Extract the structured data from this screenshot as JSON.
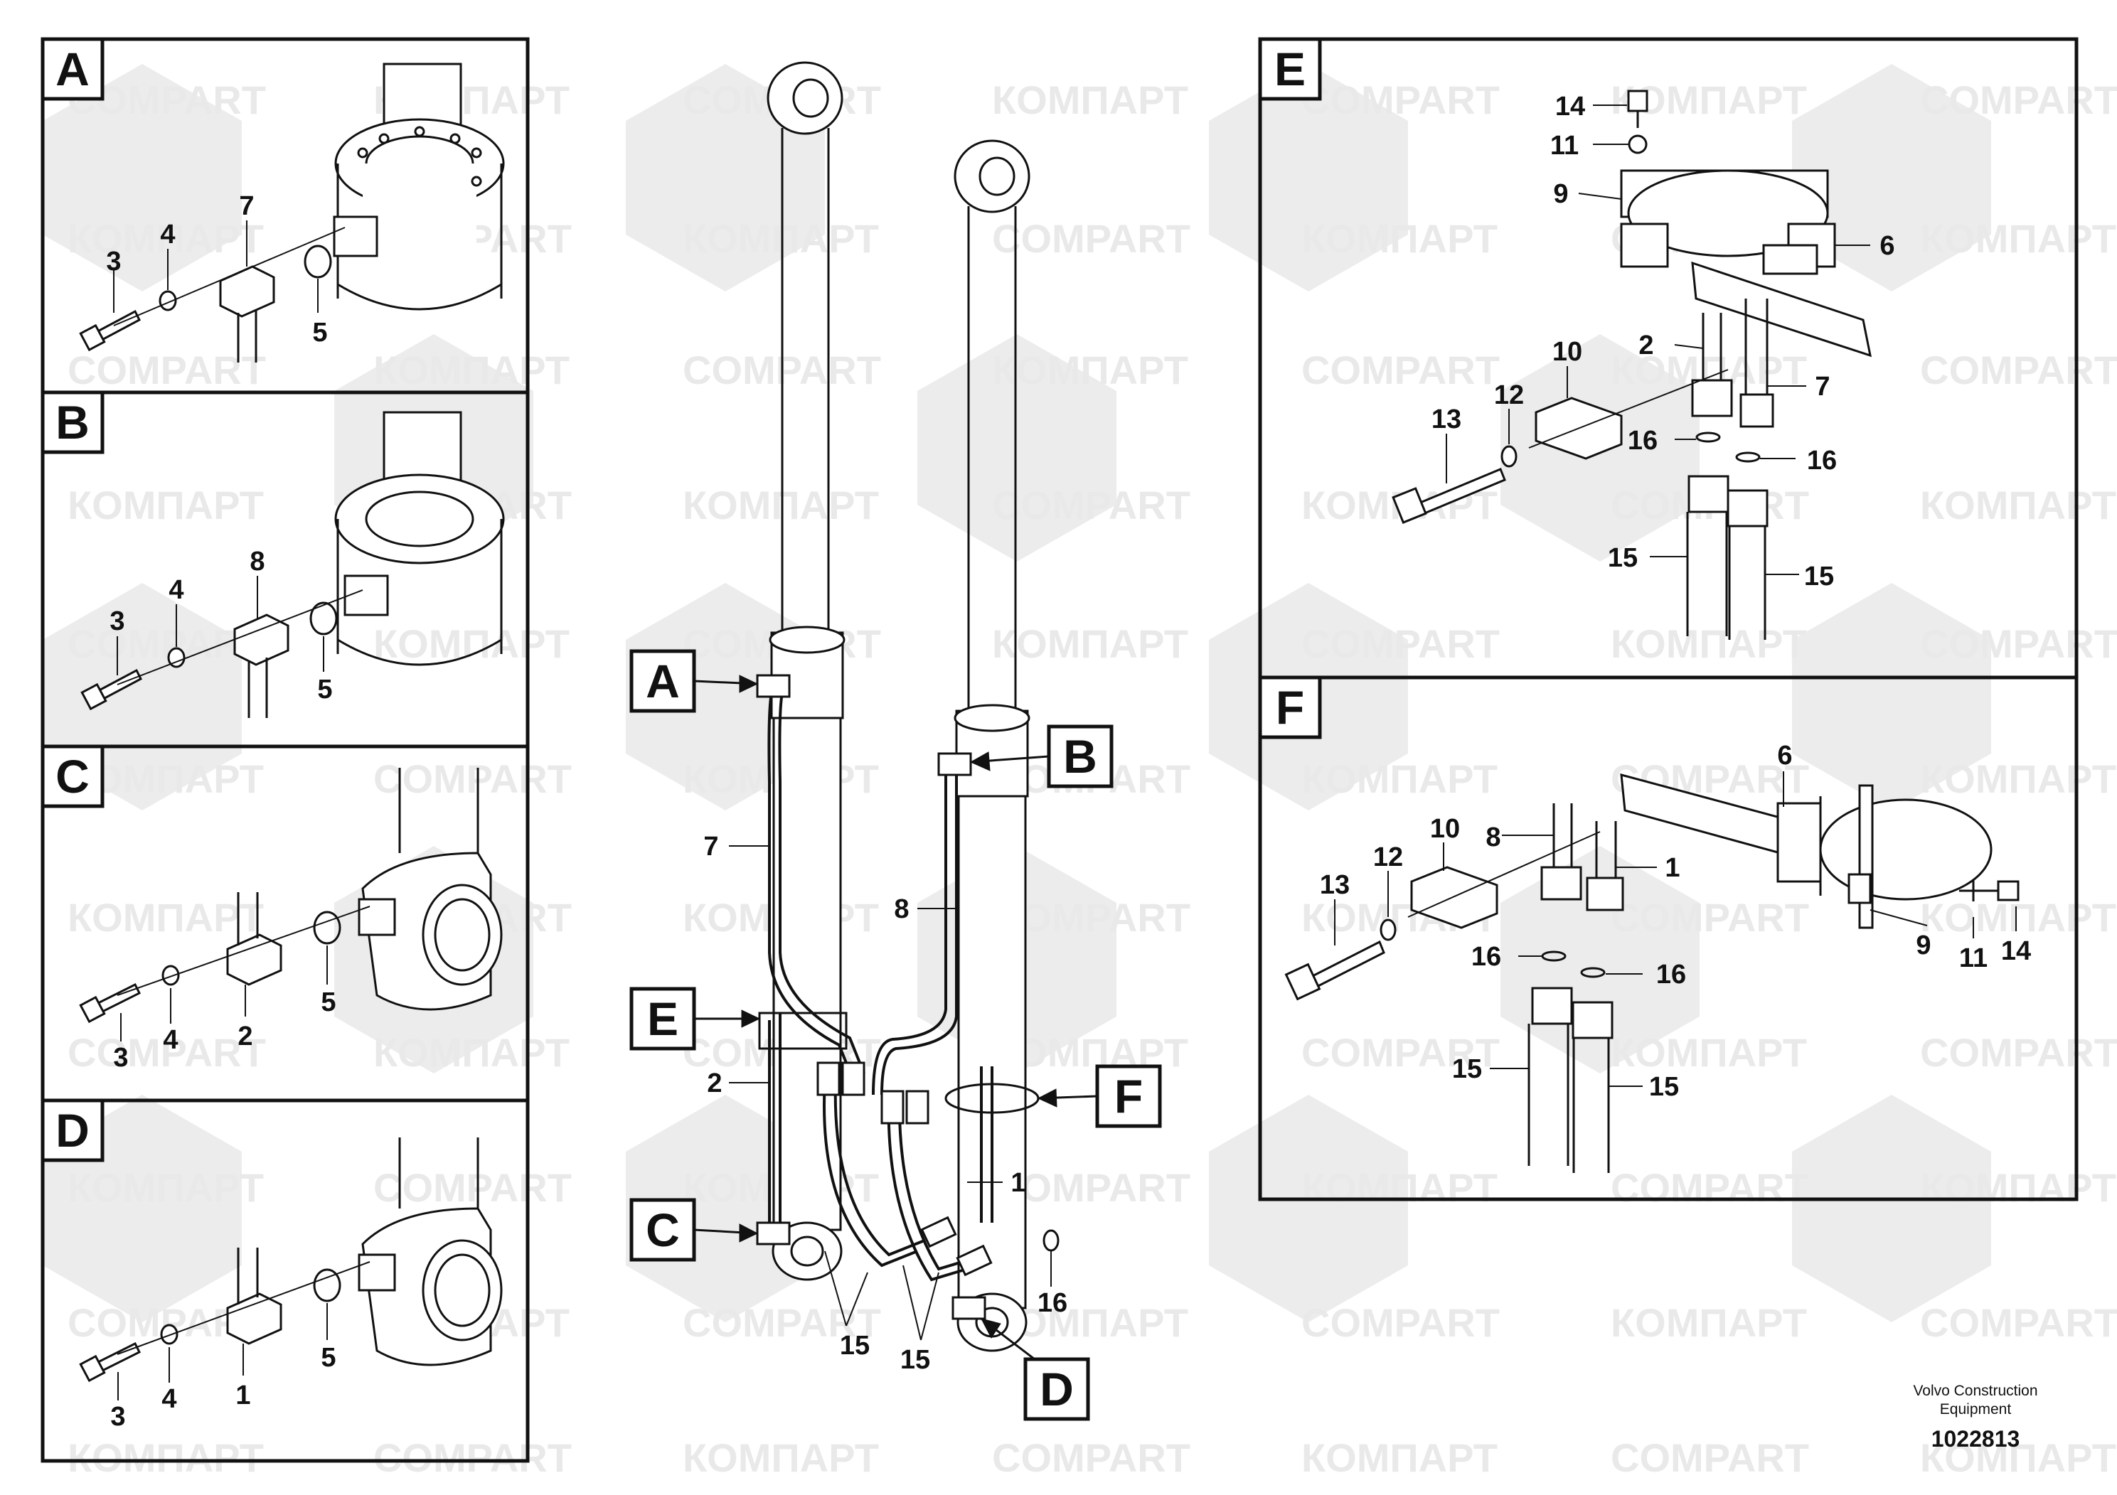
{
  "watermark": {
    "latin": "COMPART",
    "cyrillic": "КОМПАРТ",
    "color": "#e9e9e9"
  },
  "panels": {
    "A": {
      "letter": "A",
      "labels": [
        "3",
        "4",
        "7",
        "5"
      ]
    },
    "B": {
      "letter": "B",
      "labels": [
        "3",
        "4",
        "8",
        "5"
      ]
    },
    "C": {
      "letter": "C",
      "labels": [
        "3",
        "4",
        "2",
        "5"
      ]
    },
    "D": {
      "letter": "D",
      "labels": [
        "3",
        "4",
        "1",
        "5"
      ]
    },
    "E": {
      "letter": "E",
      "labels": [
        "14",
        "11",
        "9",
        "6",
        "2",
        "7",
        "10",
        "12",
        "13",
        "16",
        "16",
        "15",
        "15"
      ]
    },
    "F": {
      "letter": "F",
      "labels": [
        "6",
        "10",
        "8",
        "1",
        "12",
        "13",
        "9",
        "11",
        "14",
        "16",
        "16",
        "15",
        "15"
      ]
    }
  },
  "center": {
    "callouts": [
      "A",
      "B",
      "E",
      "F",
      "C",
      "D"
    ],
    "labels": [
      "7",
      "8",
      "2",
      "1",
      "16",
      "15",
      "15"
    ]
  },
  "footer": {
    "company_line1": "Volvo Construction",
    "company_line2": "Equipment",
    "drawing_number": "1022813"
  }
}
